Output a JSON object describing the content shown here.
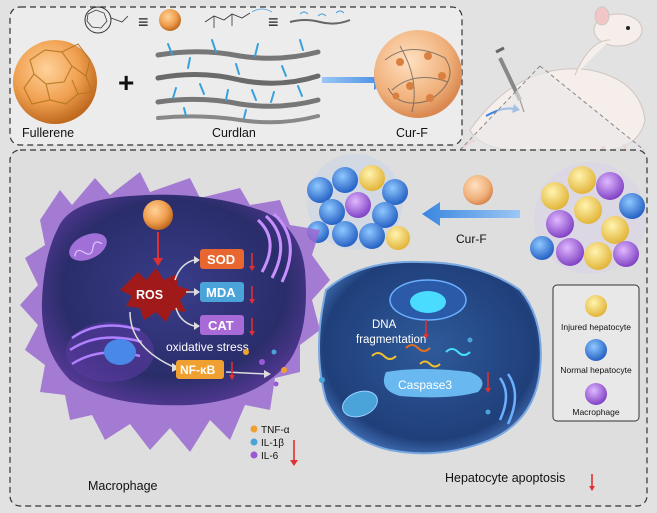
{
  "top_panel": {
    "fullerene_label": "Fullerene",
    "curdlan_label": "Curdlan",
    "curf_label": "Cur-F",
    "plus_sign": "+",
    "equiv_sign_1": "≡",
    "equiv_sign_2": "≡"
  },
  "middle": {
    "curf_arrow_label": "Cur-F"
  },
  "macrophage": {
    "ros_label": "ROS",
    "sod_label": "SOD",
    "mda_label": "MDA",
    "cat_label": "CAT",
    "oxidative_label": "oxidative stress",
    "nfkb_label": "NF-κB",
    "cytokines": [
      "TNF-α",
      "IL-1β",
      "IL-6"
    ],
    "cell_label": "Macrophage"
  },
  "hepatocyte": {
    "dna_line1": "DNA",
    "dna_line2": "fragmentation",
    "caspase_label": "Caspase3",
    "apoptosis_label": "Hepatocyte apoptosis"
  },
  "legend": {
    "items": [
      "Injured hepatocyte",
      "Normal hepatocyte",
      "Macrophage"
    ]
  },
  "colors": {
    "sod": "#e8662f",
    "mda": "#4aa3d9",
    "cat": "#a86ad6",
    "nfkb": "#f0a030",
    "down_arrow": "#e03030",
    "blue_arrow": "#4a90e0"
  }
}
